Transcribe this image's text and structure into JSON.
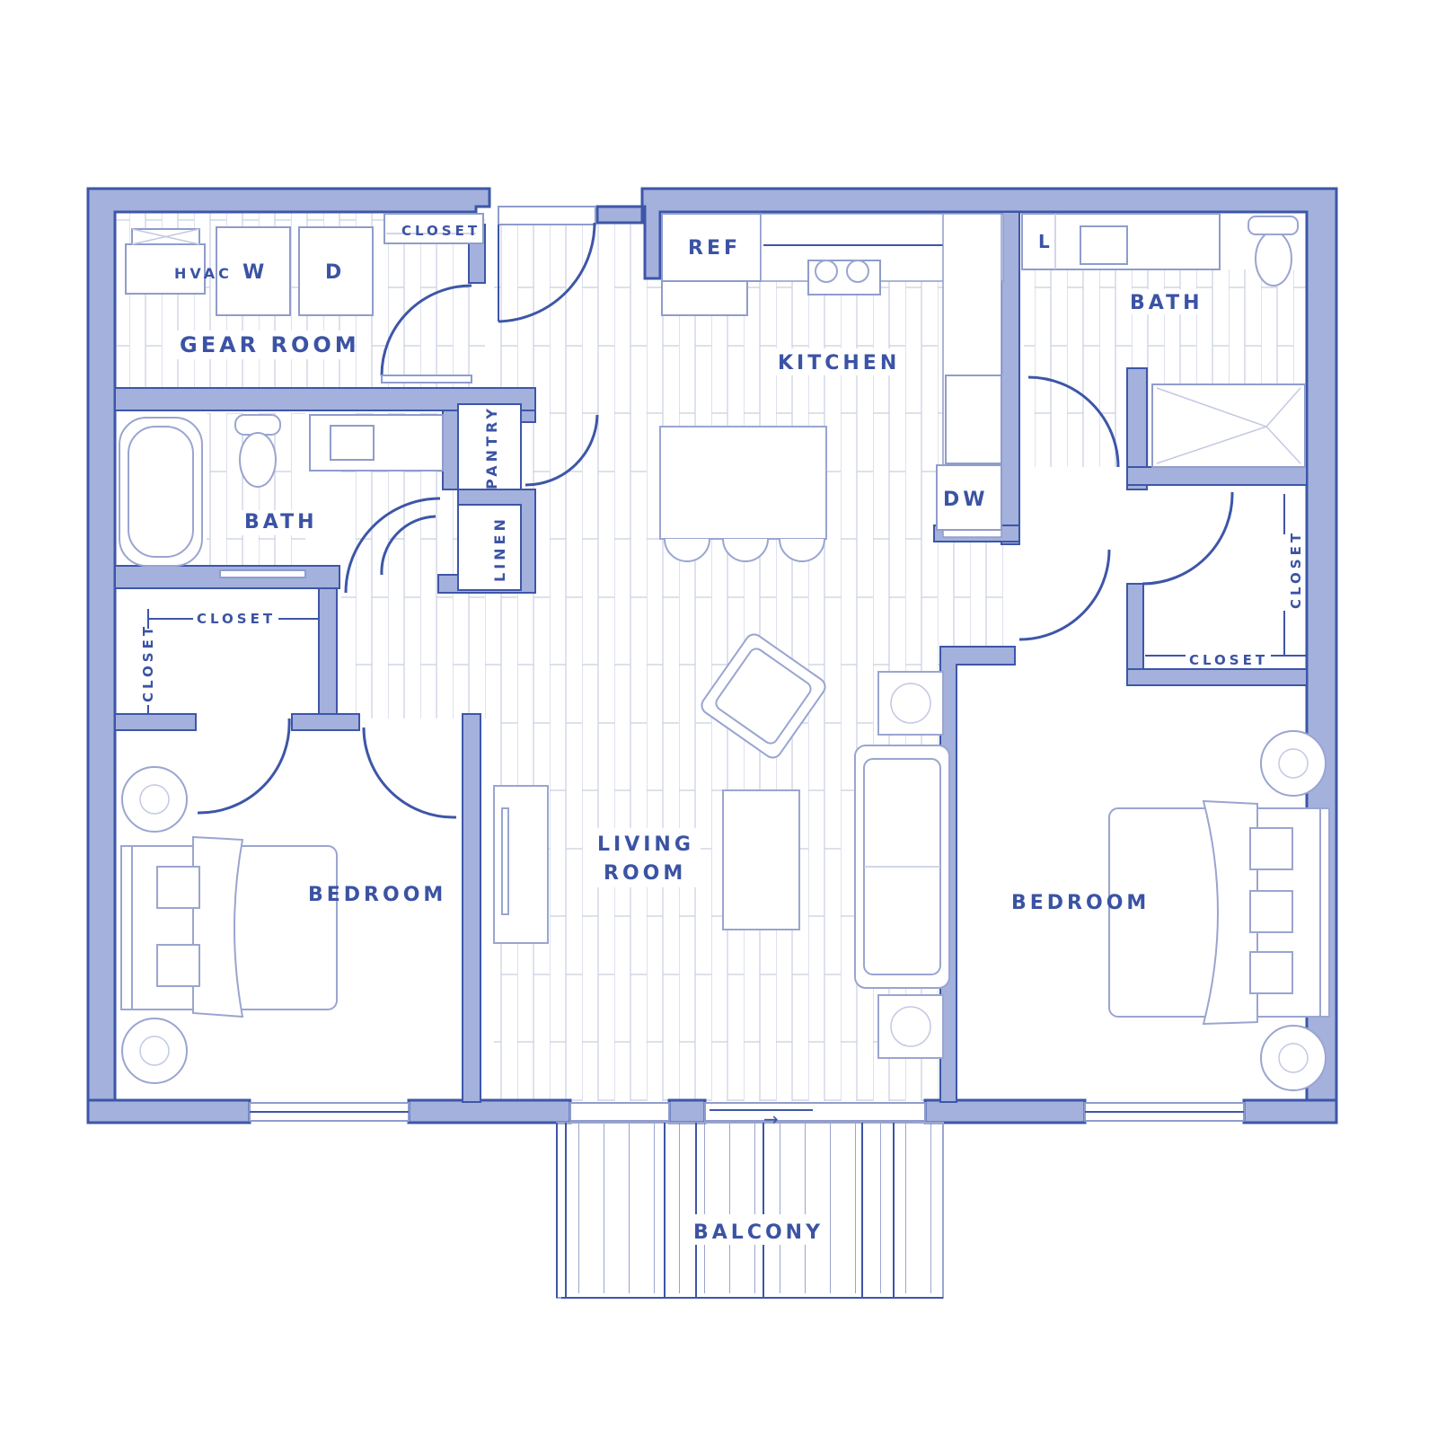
{
  "plan": {
    "type": "apartment-floor-plan",
    "colors": {
      "wall_fill": "#a3b1dc",
      "wall_stroke": "#3d56a8",
      "label": "#3b53a4",
      "floor_lines": "#c9cfe2",
      "background": "#ffffff"
    },
    "rooms": {
      "gear_room": "GEAR ROOM",
      "gear_closet": "CLOSET",
      "hvac": "HVAC",
      "washer": "W",
      "dryer": "D",
      "kitchen": "KITCHEN",
      "ref": "REF",
      "dw": "DW",
      "pantry": "PANTRY",
      "linen": "LINEN",
      "bath_left": "BATH",
      "bath_right": "BATH",
      "bath_right_linen": "L",
      "left_closet_top": "CLOSET",
      "left_closet_side": "CLOSET",
      "right_closet_side": "CLOSET",
      "right_closet_bottom": "CLOSET",
      "living_room_line1": "LIVING",
      "living_room_line2": "ROOM",
      "bedroom_left": "BEDROOM",
      "bedroom_right": "BEDROOM",
      "balcony": "BALCONY"
    },
    "annotations": {
      "slider_arrow": "→"
    }
  }
}
